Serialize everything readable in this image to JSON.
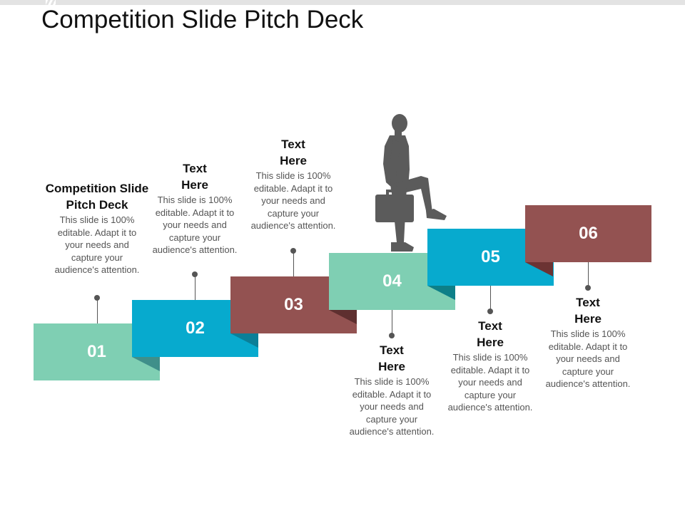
{
  "slide": {
    "title": "Competition Slide Pitch Deck"
  },
  "steps": [
    {
      "number": "01"
    },
    {
      "number": "02"
    },
    {
      "number": "03"
    },
    {
      "number": "04"
    },
    {
      "number": "05"
    },
    {
      "number": "06"
    }
  ],
  "labels": [
    {
      "heading": "Competition Slide Pitch Deck",
      "body": "This slide is 100% editable. Adapt it to your needs and capture your audience's attention."
    },
    {
      "heading": "Text Here",
      "body": "This slide is 100% editable. Adapt it to your needs and capture your audience's attention."
    },
    {
      "heading": "Text Here",
      "body": "This slide is 100% editable. Adapt it to your needs and capture your audience's attention."
    },
    {
      "heading": "Text Here",
      "body": "This slide is 100% editable. Adapt it to your needs and capture your audience's attention."
    },
    {
      "heading": "Text Here",
      "body": "This slide is 100% editable. Adapt it to your needs and capture your audience's attention."
    },
    {
      "heading": "Text Here",
      "body": "This slide is 100% editable. Adapt it to your needs and capture your audience's attention."
    }
  ],
  "colors": {
    "teal": "#7fcfb3",
    "cyan": "#07aace",
    "brown": "#935251",
    "silhouette": "#5b5b5b"
  },
  "icons": {
    "figure": "businessman-climbing-icon"
  }
}
